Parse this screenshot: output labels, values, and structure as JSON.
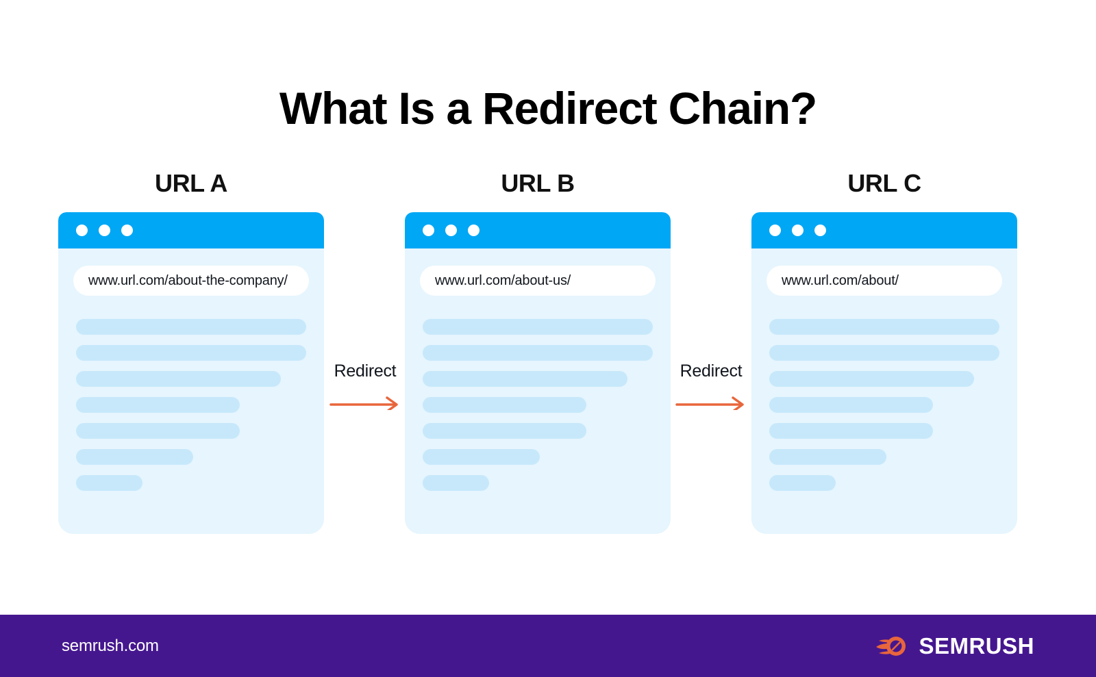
{
  "page": {
    "title": "What Is a Redirect Chain?",
    "background_color": "#ffffff"
  },
  "theme": {
    "accent_blue": "#00a7f5",
    "card_background": "#e6f5fe",
    "skeleton_blue": "#c7e8fb",
    "arrow_orange": "#e8663c",
    "footer_purple": "#45178f",
    "text_dark": "#11161d"
  },
  "diagram": {
    "columns": [
      {
        "label": "URL A",
        "url": "www.url.com/about-the-company/",
        "window_dots": [
          "dot-1",
          "dot-2",
          "dot-3"
        ],
        "skeleton_widths": [
          "100%",
          "100%",
          "89%",
          "71%",
          "71%",
          "51%",
          "29%"
        ]
      },
      {
        "label": "URL B",
        "url": "www.url.com/about-us/",
        "window_dots": [
          "dot-1",
          "dot-2",
          "dot-3"
        ],
        "skeleton_widths": [
          "100%",
          "100%",
          "89%",
          "71%",
          "71%",
          "51%",
          "29%"
        ]
      },
      {
        "label": "URL C",
        "url": "www.url.com/about/",
        "window_dots": [
          "dot-1",
          "dot-2",
          "dot-3"
        ],
        "skeleton_widths": [
          "100%",
          "100%",
          "89%",
          "71%",
          "71%",
          "51%",
          "29%"
        ]
      }
    ],
    "connectors": [
      {
        "label": "Redirect",
        "icon": "arrow-right-icon"
      },
      {
        "label": "Redirect",
        "icon": "arrow-right-icon"
      }
    ]
  },
  "footer": {
    "site": "semrush.com",
    "brand": "SEMRUSH",
    "logo_icon": "semrush-comet-icon"
  }
}
